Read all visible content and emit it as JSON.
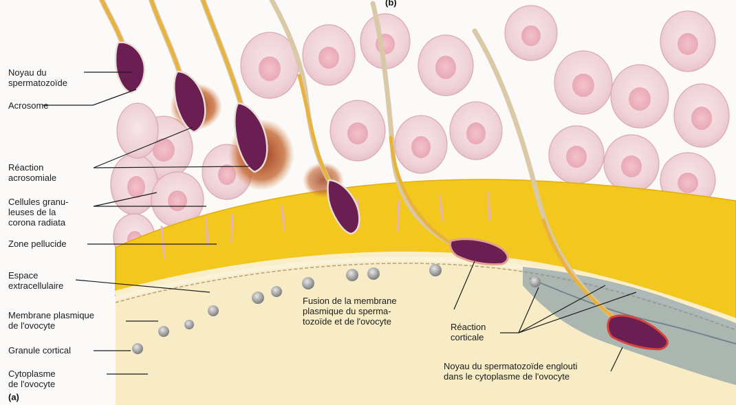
{
  "panel_a_tag": "(a)",
  "panel_b_tag": "(b)",
  "labels": {
    "noyau": "Noyau du\nspermatozoïde",
    "acrosome": "Acrosome",
    "reaction_acrosomiale": "Réaction\nacrosomiale",
    "cellules_granuleuses": "Cellules granu-\nleuses de la\ncorona radiata",
    "zone_pellucide": "Zone pellucide",
    "espace_extracellulaire": "Espace\nextracellulaire",
    "membrane_plasmique": "Membrane plasmique\nde l'ovocyte",
    "granule_cortical": "Granule cortical",
    "cytoplasme": "Cytoplasme\nde l'ovocyte",
    "fusion": "Fusion de la membrane\nplasmique du sperma-\ntozoïde et de l'ovocyte",
    "reaction_corticale": "Réaction\ncorticale",
    "noyau_englouti": "Noyau du spermatozoïde englouti\ndans le cytoplasme de l'ovocyte"
  },
  "colors": {
    "zona": "#f2c81e",
    "cytoplasm": "#f7ecc6",
    "granulosa": "#f1d8dc",
    "sperm_head": "#6a1e52",
    "acrosome_reaction": "#b5522a",
    "tail": "#d9c9a6",
    "midpiece": "#e8b23c",
    "cortical_reaction": "#5c7388",
    "granule": "#9a9a9a"
  }
}
